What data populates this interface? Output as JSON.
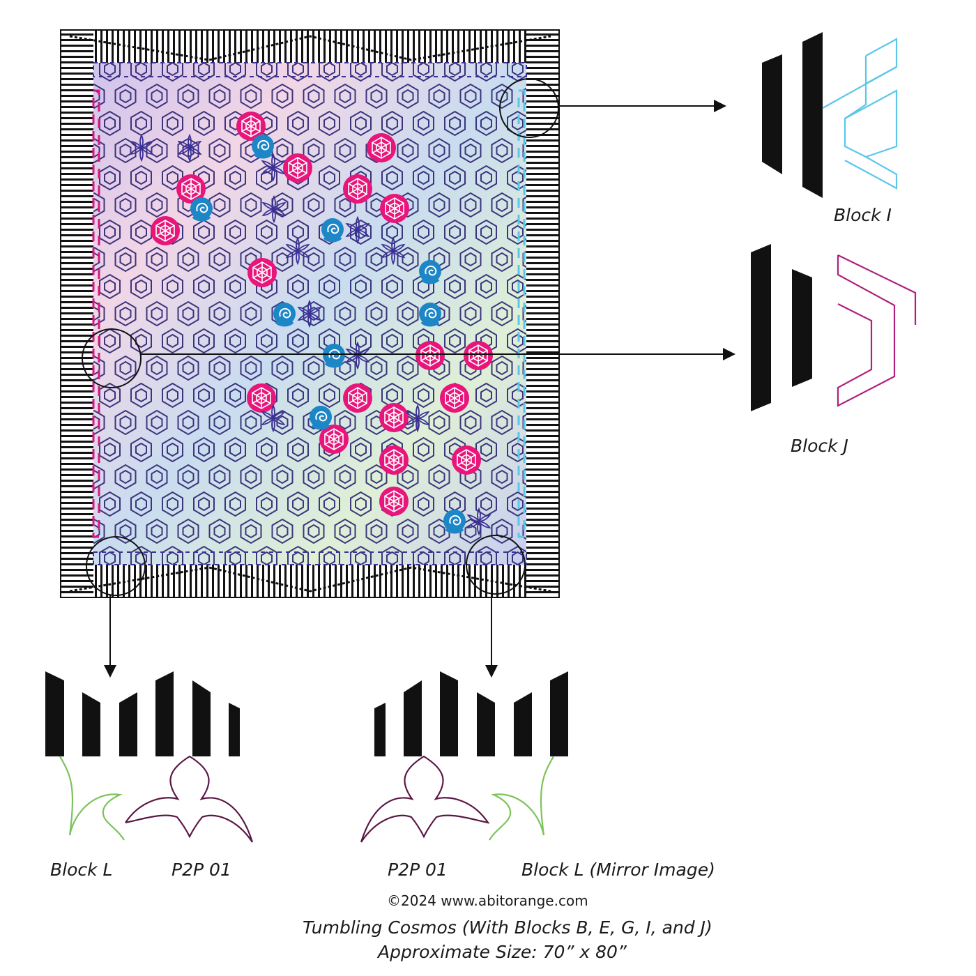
{
  "labels": {
    "block_i": "Block I",
    "block_j": "Block J",
    "block_l": "Block L",
    "p2p_left": "P2P 01",
    "p2p_right": "P2P 01",
    "block_l_mirror": "Block L (Mirror Image)"
  },
  "footer": {
    "copyright": "©2024 www.abitorange.com",
    "title": "Tumbling Cosmos (With Blocks B, E, G, I, and J)",
    "size": "Approximate Size: 70” x 80”"
  },
  "colors": {
    "black": "#111111",
    "navy": "#2a2270",
    "magenta": "#e8157a",
    "blue": "#1c86c7",
    "cyan": "#5bc6ea",
    "purple": "#b01f7e",
    "green": "#7cc35b",
    "plum": "#5a1745"
  },
  "icons": {
    "star_rosette": "magenta-rosette-icon",
    "swirl": "blue-swirl-icon",
    "flower": "navy-six-petal-flower-icon"
  }
}
